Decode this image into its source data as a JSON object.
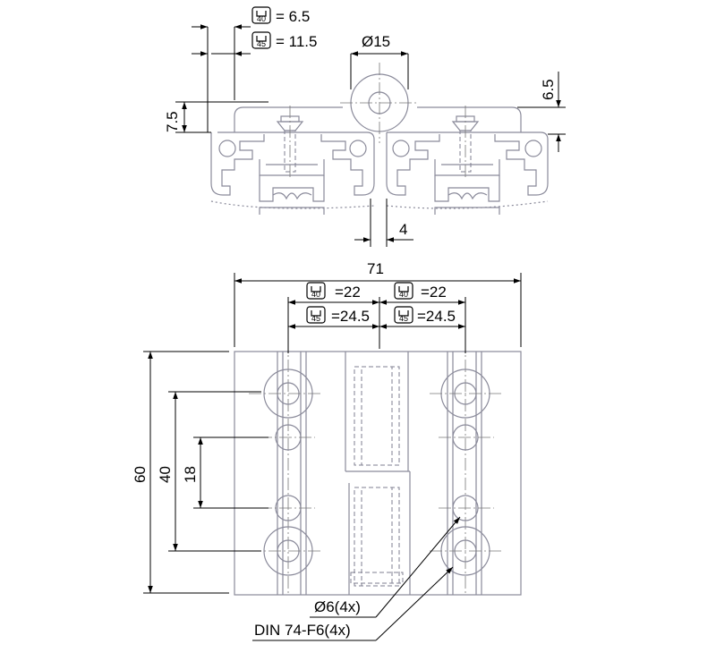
{
  "top_view": {
    "slot40_value": "= 6.5",
    "slot45_value": "= 11.5",
    "diameter_15": "Ø15",
    "height_6_5": "6.5",
    "height_7_5": "7.5",
    "gap_4": "4",
    "slot40_badge": "40",
    "slot45_badge": "45"
  },
  "front_view": {
    "width_71": "71",
    "left_slot40_value": "=22",
    "left_slot45_value": "=24.5",
    "right_slot40_value": "=22",
    "right_slot45_value": "=24.5",
    "height_60": "60",
    "height_40": "40",
    "height_18": "18",
    "hole_callout": "Ø6(4x)",
    "screw_callout": "DIN 74-F6(4x)",
    "slot40_badge": "40",
    "slot45_badge": "45"
  }
}
